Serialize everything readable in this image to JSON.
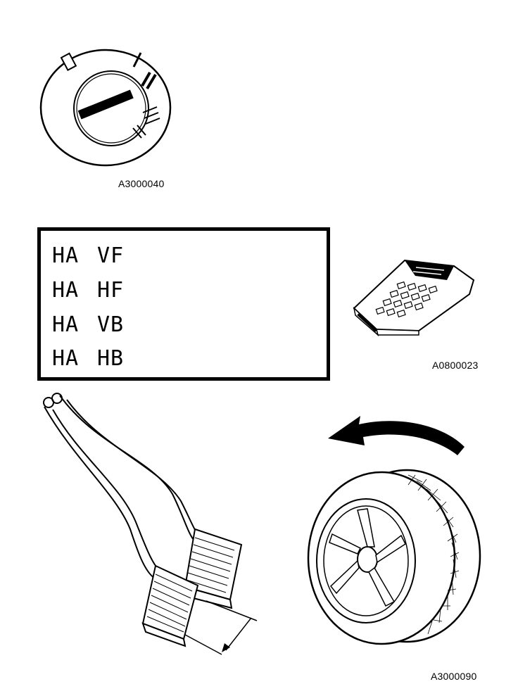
{
  "figures": {
    "ignition_switch": {
      "code": "A3000040"
    },
    "code_table": {
      "rows": [
        {
          "prefix": "HA",
          "suffix": "VF"
        },
        {
          "prefix": "HA",
          "suffix": "HF"
        },
        {
          "prefix": "HA",
          "suffix": "VB"
        },
        {
          "prefix": "HA",
          "suffix": "HB"
        }
      ]
    },
    "diagnostic_tool": {
      "code": "A0800023"
    },
    "pedals": {},
    "wheel_rotation": {
      "code": "A3000090",
      "rotation": "counter-clockwise"
    }
  }
}
